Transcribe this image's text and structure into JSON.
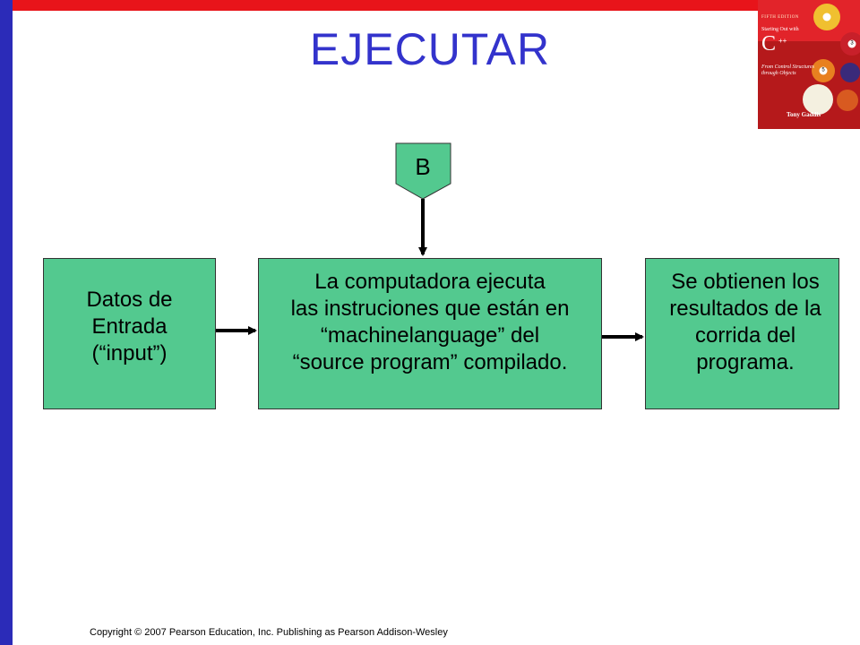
{
  "slide": {
    "title": "EJECUTAR",
    "copyright": "Copyright © 2007 Pearson Education, Inc. Publishing as Pearson Addison-Wesley"
  },
  "book_cover": {
    "edition": "FIFTH EDITION",
    "subtitle_top": "Starting Out with",
    "language": "C",
    "language_suffix": "++",
    "subtitle_bottom": "From Control Structures through Objects",
    "author": "Tony Gaddis",
    "ball_numbers": [
      "3",
      "5"
    ]
  },
  "diagram": {
    "connector": "B",
    "input_box": [
      "Datos de",
      "Entrada",
      "(“input”)"
    ],
    "process_box": [
      "La computadora  ejecuta",
      "las instruciones que están en",
      "“machinelanguage”  del",
      "“source program”  compilado."
    ],
    "output_box": [
      "Se obtienen los",
      "resultados de la",
      "corrida del",
      "programa."
    ]
  },
  "colors": {
    "box_fill": "#53c98f",
    "title": "#3333cc",
    "top_bar": "#e8141a",
    "left_bar": "#2b2bb8"
  }
}
